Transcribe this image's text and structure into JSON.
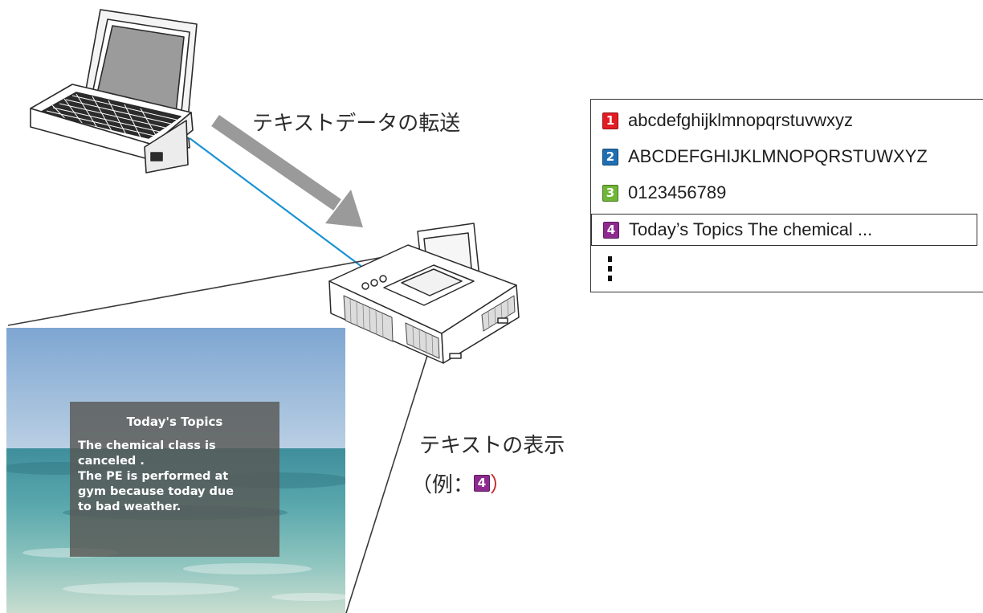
{
  "labels": {
    "transfer": "テキストデータの転送",
    "display": "テキストの表示",
    "example_prefix": "（例：",
    "example_suffix": "）"
  },
  "text_list": {
    "items": [
      {
        "number": "1",
        "text": "abcdefghijklmnopqrstuvwxyz",
        "color": "#e31b23"
      },
      {
        "number": "2",
        "text": "ABCDEFGHIJKLMNOPQRSTUWXYZ",
        "color": "#1f6fb2"
      },
      {
        "number": "3",
        "text": "0123456789",
        "color": "#6fb536"
      },
      {
        "number": "4",
        "text": "Today’s Topics The chemical ...",
        "color": "#8e2a8f",
        "selected": true
      }
    ],
    "example_badge": "4"
  },
  "screen": {
    "title": "Today's Topics",
    "body": "The chemical class is\ncanceled .\nThe PE is performed at\ngym because today due\nto bad weather."
  },
  "colors": {
    "cable": "#1b93d3",
    "arrow": "#9a9a9a",
    "badge_1": "#e31b23",
    "badge_2": "#1f6fb2",
    "badge_3": "#6fb536",
    "badge_4": "#8e2a8f"
  }
}
